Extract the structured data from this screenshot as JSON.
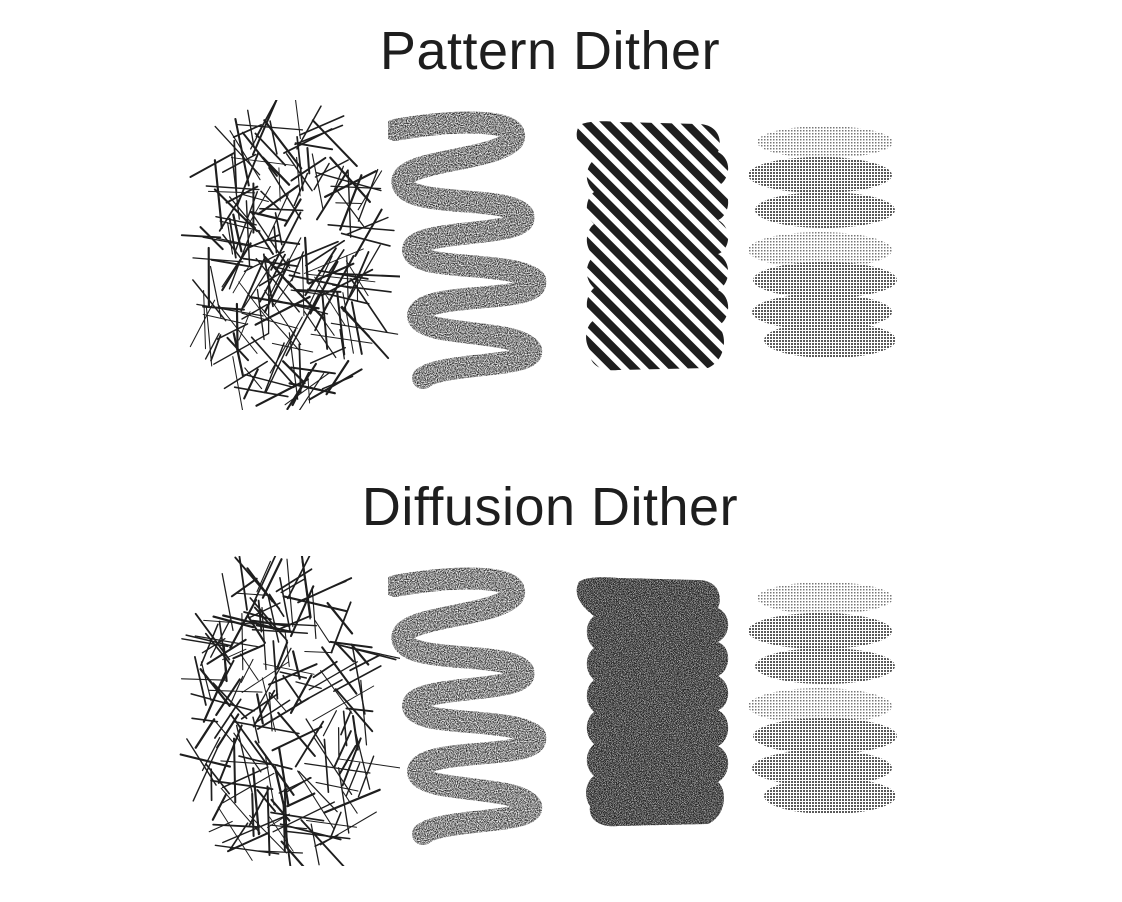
{
  "sections": [
    {
      "title": "Pattern Dither",
      "dither": "pattern",
      "swatches": [
        {
          "brush": "crosshatch",
          "icon": "crosshatch-stroke"
        },
        {
          "brush": "scribble",
          "icon": "scribble-stroke"
        },
        {
          "brush": "solid-marker",
          "icon": "diagonal-stripe-fill"
        },
        {
          "brush": "soft-airbrush",
          "icon": "halftone-dot-fill"
        }
      ]
    },
    {
      "title": "Diffusion Dither",
      "dither": "diffusion",
      "swatches": [
        {
          "brush": "crosshatch",
          "icon": "crosshatch-stroke"
        },
        {
          "brush": "scribble",
          "icon": "scribble-stroke"
        },
        {
          "brush": "solid-marker",
          "icon": "noise-speckle-fill"
        },
        {
          "brush": "soft-airbrush",
          "icon": "halftone-dot-fill"
        }
      ]
    }
  ],
  "colors": {
    "ink": "#1e1e1e",
    "background": "#ffffff",
    "gray": "#7a7a7a"
  }
}
